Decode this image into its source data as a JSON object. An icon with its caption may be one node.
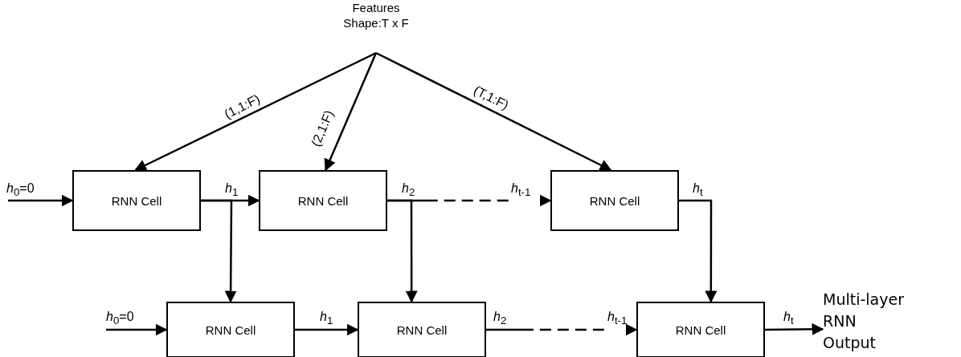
{
  "diagram": {
    "nodes": [
      {
        "text": [
          "Features",
          "Shape:T x F"
        ]
      },
      {
        "text": [
          "RNN Cell"
        ]
      },
      {
        "text": [
          "RNN Cell"
        ]
      },
      {
        "text": [
          "RNN Cell"
        ]
      },
      {
        "text": [
          "RNN Cell"
        ]
      },
      {
        "text": [
          "RNN Cell"
        ]
      },
      {
        "text": [
          "RNN Cell"
        ]
      },
      {
        "text": [
          "Multi-layer RNN Output"
        ]
      }
    ],
    "edges": [
      {
        "from": 0,
        "to": 1,
        "arrow": "to",
        "label": "(1,1:F)"
      },
      {
        "from": 0,
        "to": 2,
        "arrow": "to",
        "label": "(2,1:F)"
      },
      {
        "from": 0,
        "to": 3,
        "arrow": "to",
        "label": "(T,1:F)"
      },
      {
        "from": null,
        "to": 1,
        "arrow": "to",
        "label": "*h*$_{0}$=0"
      },
      {
        "from": 1,
        "to": 2,
        "arrow": "to",
        "label": "*h*$_{1}$"
      },
      {
        "from": 2,
        "to": 3,
        "arrow": "to",
        "label": "*h*$_{2}$",
        "style": "dashed"
      },
      {
        "from": 1,
        "to": 4,
        "arrow": "to"
      },
      {
        "from": 2,
        "to": 5,
        "arrow": "to"
      },
      {
        "from": 3,
        "to": 6,
        "arrow": "to",
        "label": "*h*$_{t}$"
      },
      {
        "from": null,
        "to": 4,
        "arrow": "to",
        "label": "*h*$_{0}$=0"
      },
      {
        "from": 4,
        "to": 5,
        "arrow": "to",
        "label": "*h*$_{1}$"
      },
      {
        "from": 5,
        "to": 6,
        "arrow": "to",
        "label": "*h*$_{2}$",
        "style": "dashed"
      },
      {
        "from": 6,
        "to": 7,
        "arrow": "to",
        "label": "*h*$_{t}$"
      }
    ],
    "labels": [
      "*h*$_{t-1}$",
      "*h*$_{t-1}$"
    ]
  }
}
